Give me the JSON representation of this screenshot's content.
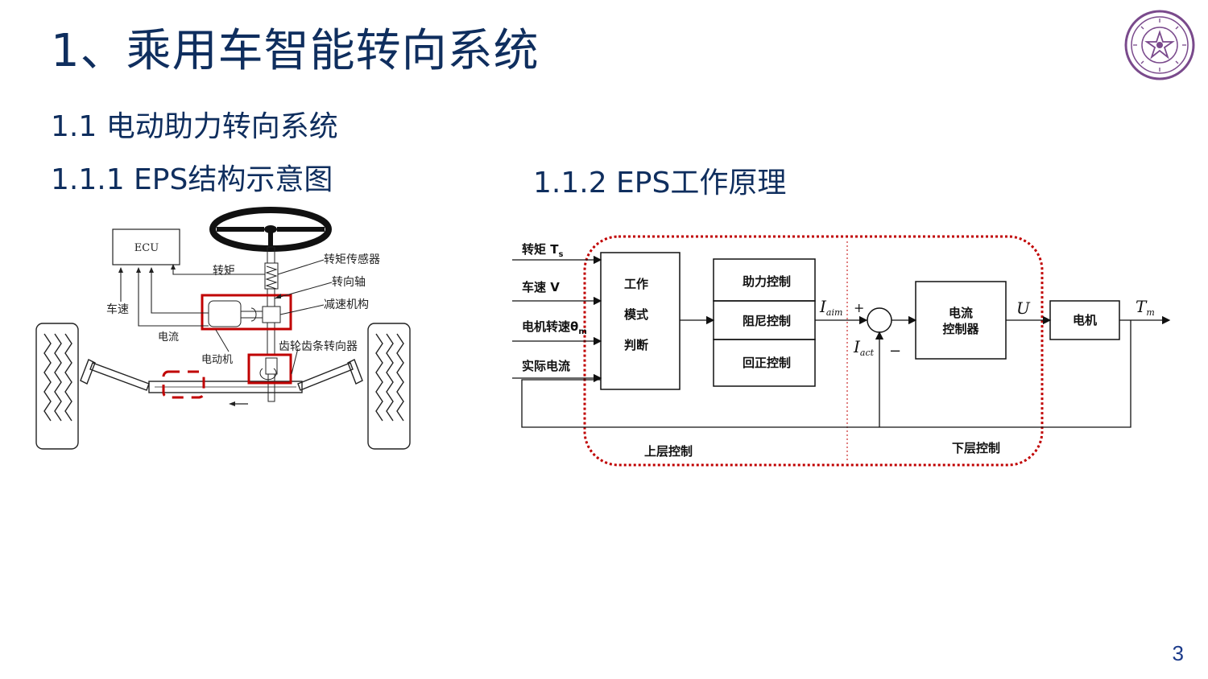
{
  "title": "1、乘用车智能转向系统",
  "section": "1.1  电动助力转向系统",
  "left_heading": "1.1.1  EPS结构示意图",
  "right_heading": "1.1.2   EPS工作原理",
  "page_number": "3",
  "colors": {
    "title": "#0f2e5e",
    "highlight_red": "#c00000",
    "logo_purple": "#7a4a8c"
  },
  "structure_diagram": {
    "ecu": "ECU",
    "torque": "转矩",
    "torque_sensor": "转矩传感器",
    "steering_shaft": "转向轴",
    "reduction_gear": "减速机构",
    "vehicle_speed": "车速",
    "current": "电流",
    "motor": "电动机",
    "rack_pinion": "齿轮齿条转向器"
  },
  "block_diagram": {
    "in_torque": "转矩 T",
    "in_torque_sub": "s",
    "in_speed": "车速 V",
    "in_motor_speed": "电机转速θ",
    "in_motor_speed_sub": "m",
    "in_actual_current": "实际电流",
    "mode_judge": [
      "工作",
      "模式",
      "判断"
    ],
    "assist_ctrl": "助力控制",
    "damping_ctrl": "阻尼控制",
    "return_ctrl": "回正控制",
    "i_aim": "I",
    "i_aim_sub": "aim",
    "i_act": "I",
    "i_act_sub": "act",
    "plus": "+",
    "minus": "−",
    "current_ctrl": [
      "电流",
      "控制器"
    ],
    "u": "U",
    "motor": "电机",
    "tm": "T",
    "tm_sub": "m",
    "upper_ctrl": "上层控制",
    "lower_ctrl": "下层控制"
  }
}
